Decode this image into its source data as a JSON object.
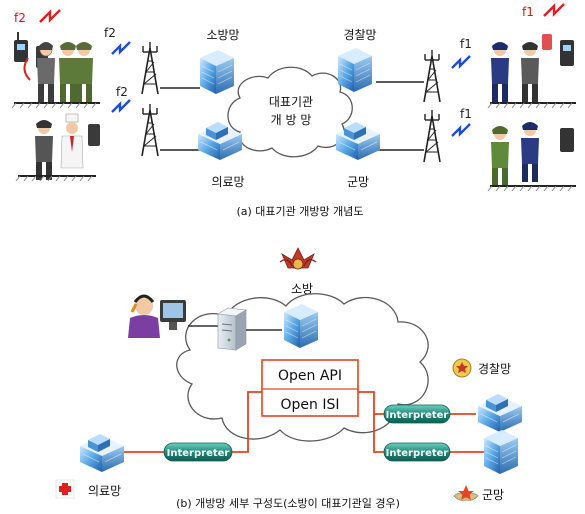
{
  "diagram_a": {
    "labels": {
      "fire": "소방망",
      "police": "경찰망",
      "medical": "의료망",
      "military": "군망",
      "hub_line1": "대표기관",
      "hub_line2": "개 방 망"
    },
    "freq": {
      "f2_red": "f2",
      "f2_a": "f2",
      "f2_b": "f2",
      "f1_red": "f1",
      "f1_a": "f1",
      "f1_b": "f1"
    },
    "caption": "(a) 대표기관 개방망 개념도"
  },
  "diagram_b": {
    "labels": {
      "fire": "소방",
      "police": "경찰망",
      "medical": "의료망",
      "military": "군망"
    },
    "gateway": {
      "api": "Open API",
      "isi": "Open ISI"
    },
    "interpreter": {
      "left": "Interpreter",
      "right_top": "Interpreter",
      "right_bottom": "Interpreter"
    },
    "caption": "(b) 개방망 세부 구성도(소방이 대표기관일 경우)"
  },
  "colors": {
    "link_red": "#e8431f",
    "interpreter_green": "#1f8a7a",
    "cloud_stroke": "#5a5a5a"
  }
}
